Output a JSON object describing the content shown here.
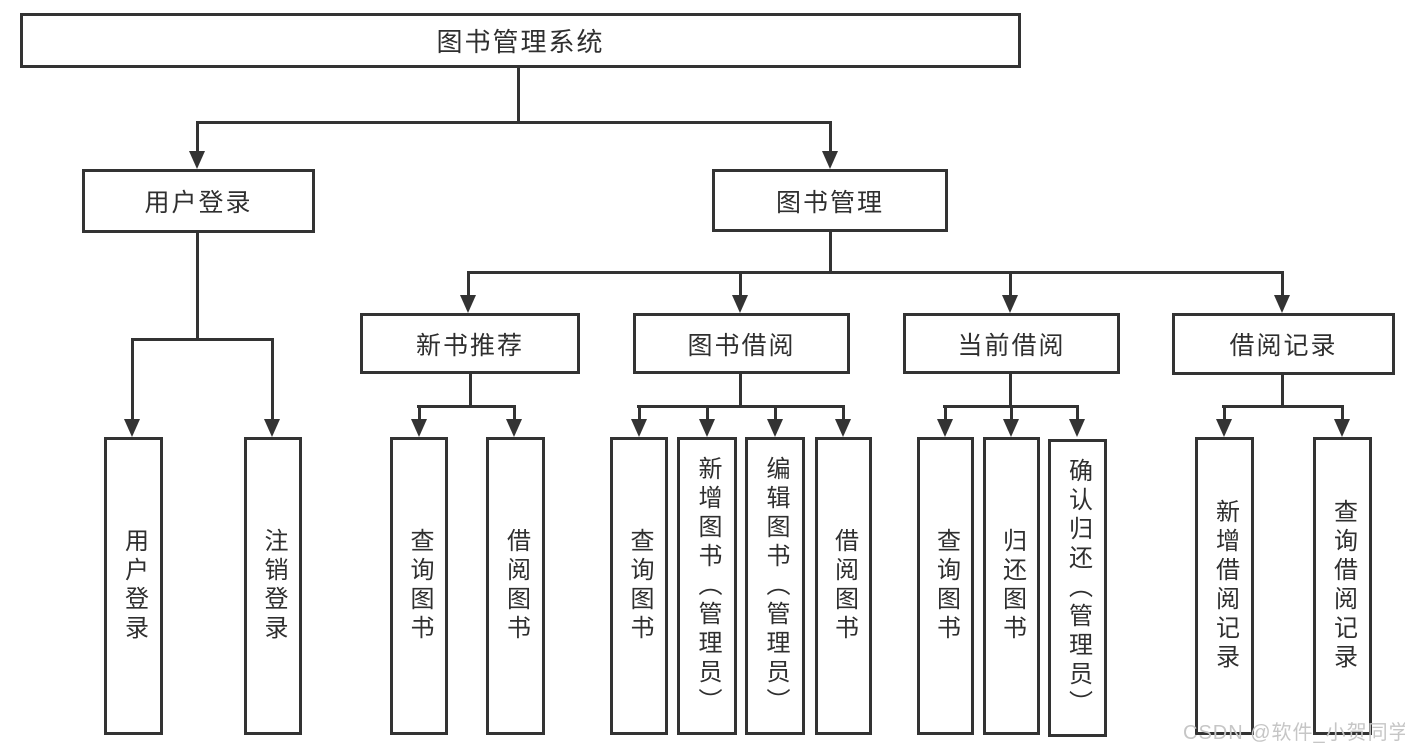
{
  "tree": {
    "root": {
      "label": "图书管理系统"
    },
    "branches": [
      {
        "label": "用户登录",
        "children": [
          {
            "label": "用户登录"
          },
          {
            "label": "注销登录"
          }
        ]
      },
      {
        "label": "图书管理",
        "children": [
          {
            "label": "新书推荐",
            "children": [
              {
                "label": "查询图书"
              },
              {
                "label": "借阅图书"
              }
            ]
          },
          {
            "label": "图书借阅",
            "children": [
              {
                "label": "查询图书"
              },
              {
                "label": "新增图书（管理员）"
              },
              {
                "label": "编辑图书（管理员）"
              },
              {
                "label": "借阅图书"
              }
            ]
          },
          {
            "label": "当前借阅",
            "children": [
              {
                "label": "查询图书"
              },
              {
                "label": "归还图书"
              },
              {
                "label": "确认归还（管理员）"
              }
            ]
          },
          {
            "label": "借阅记录",
            "children": [
              {
                "label": "新增借阅记录"
              },
              {
                "label": "查询借阅记录"
              }
            ]
          }
        ]
      }
    ]
  },
  "watermark": {
    "text": "CSDN @软件_小贺同学"
  },
  "colors": {
    "line": "#333333",
    "box_fill": "#ffffff",
    "text": "#2f2f2f",
    "background": "#ffffff",
    "watermark_text": "#c6c6c6"
  }
}
